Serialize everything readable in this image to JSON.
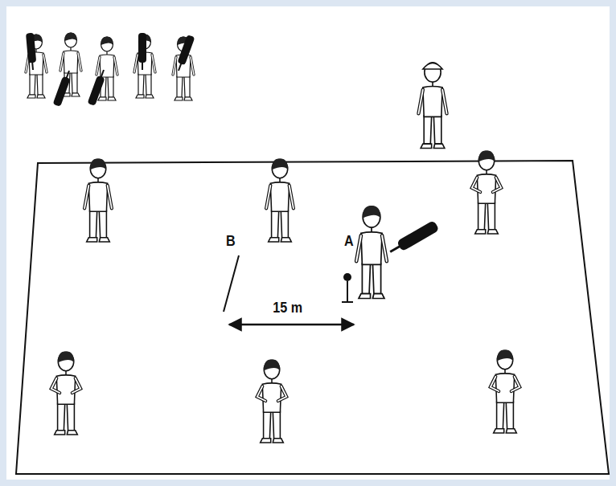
{
  "diagram": {
    "labels": [
      "B",
      "A",
      "15 m"
    ]
  }
}
